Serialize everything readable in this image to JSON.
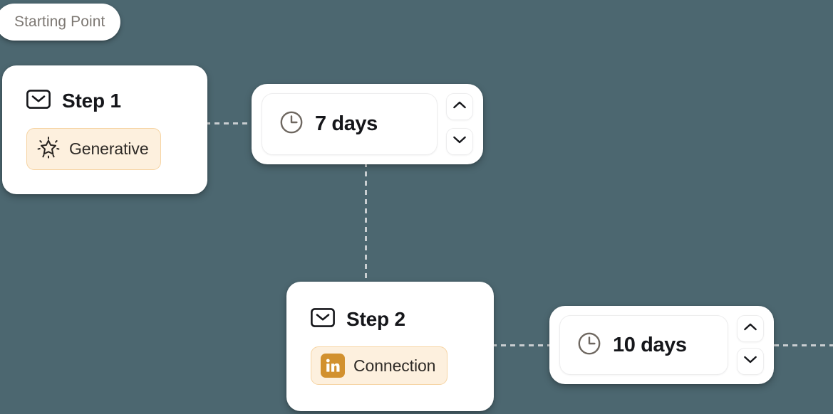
{
  "canvas": {
    "background_color": "#4c6770",
    "accent_color": "#d2912f",
    "badge_bg_color": "#fdf0de",
    "badge_border_color": "#f6d4a3",
    "connector_color": "#c9ced1"
  },
  "starting_point": {
    "label": "Starting Point"
  },
  "steps": [
    {
      "title": "Step 1",
      "icon": "envelope-icon",
      "badge": {
        "label": "Generative",
        "icon": "sparkle-star-icon"
      }
    },
    {
      "title": "Step 2",
      "icon": "envelope-icon",
      "badge": {
        "label": "Connection",
        "icon": "linkedin-icon",
        "icon_text": "in"
      }
    }
  ],
  "delays": [
    {
      "value": "7 days",
      "icon": "clock-icon",
      "increment_icon": "chevron-up-icon",
      "decrement_icon": "chevron-down-icon"
    },
    {
      "value": "10 days",
      "icon": "clock-icon",
      "increment_icon": "chevron-up-icon",
      "decrement_icon": "chevron-down-icon"
    }
  ]
}
